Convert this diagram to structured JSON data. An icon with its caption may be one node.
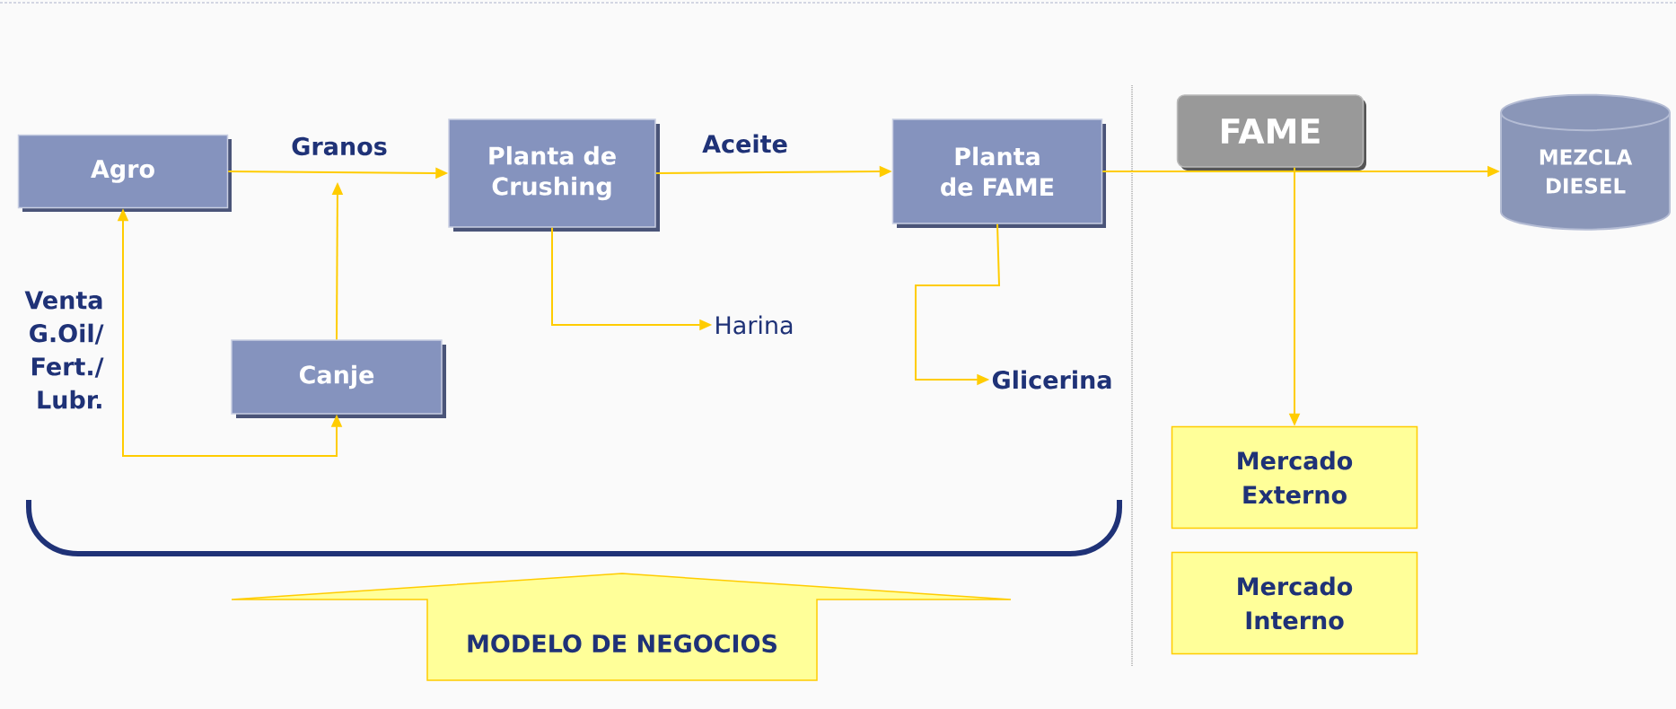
{
  "diagram": {
    "nodes": [
      {
        "text": [
          "Agro"
        ]
      },
      {
        "text": [
          "Planta de Crushing"
        ]
      },
      {
        "text": [
          "Planta de FAME"
        ]
      },
      {
        "text": [
          "FAME"
        ]
      },
      {
        "text": [
          "MEZCLA DIESEL"
        ]
      },
      {
        "text": [
          "Canje"
        ]
      },
      {
        "text": [
          "Harina"
        ]
      },
      {
        "text": [
          "Glicerina"
        ]
      },
      {
        "text": [
          "Mercado Externo"
        ]
      },
      {
        "text": [
          "Mercado Interno"
        ]
      },
      {
        "text": [
          "MODELO DE NEGOCIOS"
        ]
      }
    ],
    "edges": [
      {
        "from": 0,
        "to": 1,
        "arrow": "to",
        "label": "Granos"
      },
      {
        "from": 5,
        "to": null,
        "arrow": "to"
      },
      {
        "from": 0,
        "to": 5,
        "arrow": "both",
        "label": "Venta G.Oil/ Fert./ Lubr."
      },
      {
        "from": 1,
        "to": 2,
        "arrow": "to",
        "label": "Aceite"
      },
      {
        "from": 1,
        "to": 6,
        "arrow": "to"
      },
      {
        "from": 2,
        "to": 7,
        "arrow": "to"
      },
      {
        "from": 2,
        "to": 4,
        "arrow": "to"
      },
      {
        "from": 3,
        "to": 8,
        "arrow": "to"
      }
    ]
  }
}
